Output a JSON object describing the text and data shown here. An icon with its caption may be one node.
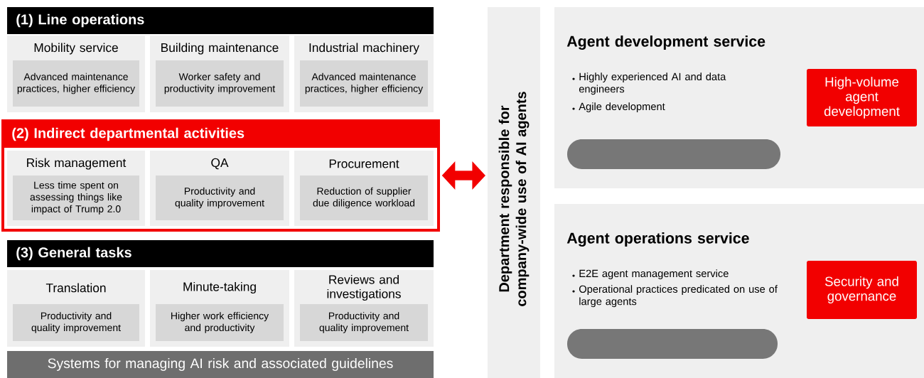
{
  "diagram": {
    "nodes": [
      {
        "text": [
          "(1) Line operations"
        ]
      },
      {
        "text": [
          "Mobility service",
          "Advanced maintenance practices, higher efficiency"
        ]
      },
      {
        "text": [
          "Building maintenance",
          "Worker safety and productivity improvement"
        ]
      },
      {
        "text": [
          "Industrial machinery",
          "Advanced maintenance practices, higher efficiency"
        ]
      },
      {
        "text": [
          "(2) Indirect departmental activities"
        ]
      },
      {
        "text": [
          "Risk management",
          "Less time spent on assessing things like impact of  Trump 2.0"
        ],
        "in": 4
      },
      {
        "text": [
          "QA",
          "Productivity and quality improvement"
        ],
        "in": 4
      },
      {
        "text": [
          "Procurement",
          "Reduction of supplier due diligence workload"
        ],
        "in": 4
      },
      {
        "text": [
          "(3) General tasks"
        ]
      },
      {
        "text": [
          "Translation",
          "Productivity and quality improvement"
        ]
      },
      {
        "text": [
          "Minute-taking",
          "Higher work efficiency and productivity"
        ]
      },
      {
        "text": [
          "Reviews and investigations",
          "Productivity and quality improvement"
        ]
      },
      {
        "text": [
          "Systems for managing AI risk and associated guidelines"
        ]
      },
      {
        "text": [
          "Department responsible for company-wide use of AI agents"
        ]
      },
      {
        "text": [
          "Agent development service",
          "Highly experienced AI and data engineers",
          "Agile development"
        ]
      },
      {
        "text": [
          "High-volume agent development"
        ],
        "in": 14
      },
      {
        "text": [],
        "shape": "box",
        "in": 14
      },
      {
        "text": [
          "Agent operations service",
          "E2E agent management service",
          "Operational practices predicated on use of large agents"
        ]
      },
      {
        "text": [
          "Security and governance"
        ],
        "in": 17
      },
      {
        "text": [],
        "shape": "box",
        "in": 17
      }
    ],
    "edges": [
      {
        "from": 4,
        "to": 13,
        "arrow": "both"
      }
    ]
  }
}
